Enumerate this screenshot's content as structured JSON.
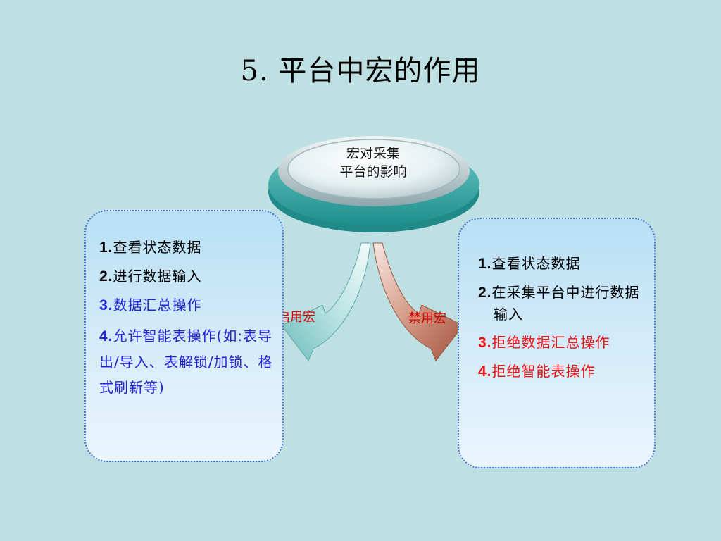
{
  "title": "5.  平台中宏的作用",
  "hub": {
    "line1": "宏对采集",
    "line2": "平台的影响"
  },
  "arrows": {
    "enable_label": "启用宏",
    "disable_label": "禁用宏"
  },
  "left_panel": {
    "items": [
      {
        "num": "1.",
        "text": "查看状态数据",
        "color": "#000000"
      },
      {
        "num": "2.",
        "text": "进行数据输入",
        "color": "#000000"
      },
      {
        "num": "3.",
        "text": "数据汇总操作",
        "color": "#2323d6"
      },
      {
        "num": "4.",
        "text": "允许智能表操作(如:表导出/导入、表解锁/加锁、格式刷新等)",
        "color": "#2323d6"
      }
    ]
  },
  "right_panel": {
    "items": [
      {
        "num": "1.",
        "text": "查看状态数据",
        "color": "#000000"
      },
      {
        "num": "2.",
        "text": "在采集平台中进行数据输入",
        "color": "#000000"
      },
      {
        "num": "3.",
        "text": "拒绝数据汇总操作",
        "color": "#ee1111"
      },
      {
        "num": "4.",
        "text": "拒绝智能表操作",
        "color": "#ee1111"
      }
    ]
  },
  "colors": {
    "background": "#bfe0e2",
    "panel_border": "#3f6fd6",
    "hub_teal": "#2fa8a5",
    "enable_arrow": "#a9d9d8",
    "disable_arrow": "#c9826f",
    "arrow_label": "#cc0000"
  }
}
